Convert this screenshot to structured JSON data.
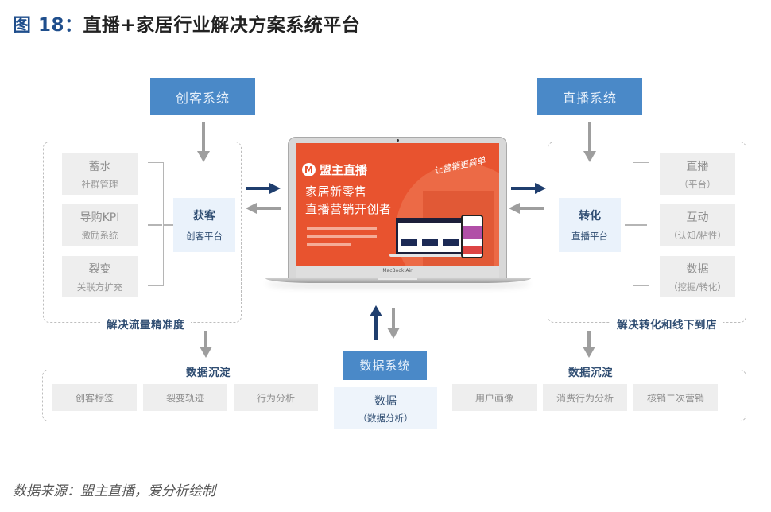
{
  "title": {
    "fig_label": "图 18：",
    "text": "直播+家居行业解决方案系统平台"
  },
  "colors": {
    "system_box": "#4a89c8",
    "accent_dark": "#1f3e6e",
    "arrow_gray": "#9e9e9e",
    "laptop_screen": "#e8532f"
  },
  "left_panel": {
    "system": "创客系统",
    "items": [
      {
        "main": "蓄水",
        "sub": "社群管理"
      },
      {
        "main": "导购KPI",
        "sub": "激励系统"
      },
      {
        "main": "裂变",
        "sub": "关联方扩充"
      }
    ],
    "core": {
      "main": "获客",
      "sub": "创客平台"
    },
    "caption": "解决流量精准度"
  },
  "right_panel": {
    "system": "直播系统",
    "items": [
      {
        "main": "直播",
        "sub": "（平台）"
      },
      {
        "main": "互动",
        "sub": "（认知/粘性）"
      },
      {
        "main": "数据",
        "sub": "（挖掘/转化）"
      }
    ],
    "core": {
      "main": "转化",
      "sub": "直播平台"
    },
    "caption": "解决转化和线下到店"
  },
  "laptop": {
    "brand": "盟主直播",
    "brand_logo_letter": "M",
    "slogan": "让营销更简单",
    "headline_1": "家居新零售",
    "headline_2": "直播营销开创者",
    "model": "MacBook Air"
  },
  "bottom": {
    "left_caption": "数据沉淀",
    "left_items": [
      "创客标签",
      "裂变轨迹",
      "行为分析"
    ],
    "right_caption": "数据沉淀",
    "right_items": [
      "用户画像",
      "消费行为分析",
      "核销二次营销"
    ],
    "center_system": "数据系统",
    "center_core": {
      "main": "数据",
      "sub": "（数据分析）"
    }
  },
  "source": "数据来源：盟主直播，爱分析绘制"
}
